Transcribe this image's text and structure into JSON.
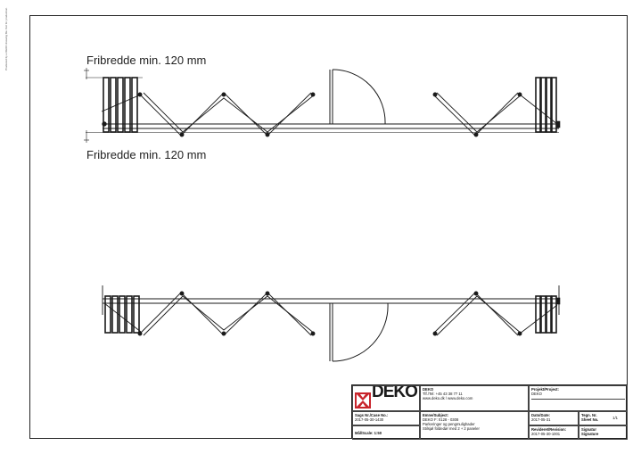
{
  "labels": {
    "clearance_top": "Fribredde min. 120 mm",
    "clearance_bottom": "Fribredde min. 120 mm"
  },
  "side_note": "Produced by a DEKO drawing file. Not for production.",
  "title_block": {
    "company": "DEKO",
    "contact_lines": [
      "Tlf./Tel: +45 43 38 77 11",
      "www.deko.dk / www.deko.com"
    ],
    "project_label": "Projekt/Project:",
    "project_value": "DEKO",
    "case_label": "Sags Nr./Case No.:",
    "case_value": "2017-05-30-1430",
    "subject_label": "Emne/Subject:",
    "subject_lines": [
      "DEKO F: 0128 - 0308",
      "Parkeringer og pengmulighader",
      "Stilsjøl foldedør med 2 + 2 paneler"
    ],
    "date_label": "Dato/Date:",
    "date_value": "2017-05-31",
    "sheet_label": "Tegn. Nr.",
    "sheet_label2": "Sheet No.",
    "sheet_value": "1/1",
    "scale_label": "Mål/Scale: 1:50",
    "revision_label": "Revideret/Revision:",
    "revision_value": "2017-05-30-1001",
    "signature_label": "Signatur",
    "signature_label2": "Signature"
  },
  "colors": {
    "line": "#1a1a1a",
    "logo_red": "#c8252c"
  }
}
